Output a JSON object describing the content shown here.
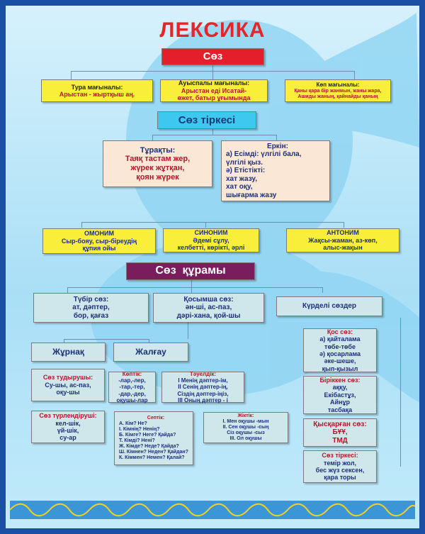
{
  "title": "ЛЕКСИКА",
  "soz": "Сөз",
  "meanings": [
    {
      "head": "Тура мағыналы:",
      "body": "Арыстан - жыртқыш аң."
    },
    {
      "head": "Ауыспалы мағыналы:",
      "body": "Арыстан еді Исатай-\nөжет, батыр ұғымында"
    },
    {
      "head": "Көп мағыналы:",
      "body": "Қаны қара бір жанмын,  жаны жара,\nАшиды жаның, қайнайды қаның"
    }
  ],
  "soz_tirkesi": "Сөз тіркесі",
  "turakty": {
    "head": "Тұрақты:",
    "body": "Таяқ тастам жер,\nжүрек жұтқан,\nқоян жүрек"
  },
  "erkin": {
    "head": "Еркін:",
    "lines": [
      "а) Есімді: үлгілі бала,",
      "үлгілі қыз.",
      "ә) Етістікті:",
      "хат жазу,",
      "хат оқу,",
      "шығарма жазу"
    ]
  },
  "omonim": {
    "head": "ОМОНИМ",
    "body": "Сыр-бояу, сыр-біреудің\nқұпия ойы"
  },
  "sinonim": {
    "head": "СИНОНИМ",
    "body": "Әдемі сұлу,\nкелбетті, көрікті, әрлі"
  },
  "antonim": {
    "head": "АНТОНИМ",
    "body": "Жақсы-жаман, аз-көп,\nалыс-жақын"
  },
  "soz_kuramy": "Сөз  құрамы",
  "tubir": {
    "head": "Түбір сөз:",
    "body": "ат, дәптер,\nбор, қағаз"
  },
  "kosymsha": {
    "head": "Қосымша  сөз:",
    "body": "ән-ші, ас-паз,\nдәрі-хана, қой-шы"
  },
  "kurdeli": "Күрделі сөздер",
  "zhurnak": "Жұрнақ",
  "zhalgau": "Жалғау",
  "soz_tudyrushy": {
    "head": "Сөз тудырушы:",
    "body": "Су-шы, ас-паз,\nоқу-шы"
  },
  "soz_turlendirushi": {
    "head": "Сөз түрлендіруші:",
    "body": "кел-шік,\nүй-шік,\nсу-ар"
  },
  "koptik": {
    "head": "Көптік:",
    "body": "-лар,-лер,\n-тар,-тер,\n-дар,-дер,\nоқушы-лар"
  },
  "taueldik": {
    "head": "Тәуелдік:",
    "body": "I Менің дәптер-ім,\nII Сенің дәптер-ің,\nСіздің дәптер-іңіз,\nIII Оның дәптер - і"
  },
  "septik": {
    "head": "Септік:",
    "lines": [
      "А. Кім? Не?",
      "І. Кімнің? Ненің?",
      "Б. Кімге? Неге? Қайда?",
      "Т. Кімді? Нені?",
      "Ж. Кімде? Неде? Қайда?",
      "Ш. Кімнен? Неден? Қайдан?",
      "К. Кіммен? Немен? Қалай?"
    ]
  },
  "zhiktik": {
    "head": "Жіктік:",
    "lines": [
      "I. Мен оқушы -мын",
      "II. Сен оқушы -сың",
      "Сіз оқушы -сыз",
      "III. Ол оқушы"
    ]
  },
  "kos_soz": {
    "head": "Қос сөз:",
    "body": "а) қайталама\nтөбе-төбе\nә) қосарлама\nәке-шеше,\nқып-қызыл"
  },
  "birikken": {
    "head": "Біріккен сөз:",
    "body": "аққу,\nЕкібастұз,\nАйнұр\nтасбақа"
  },
  "kyskargan": {
    "head": "Қысқарған сөз:",
    "body": "БҰҰ,\nТМД"
  },
  "soz_tirkesi2": {
    "head": "Сөз тіркесі:",
    "body": "темір жол,\nбес жүз сексен,\nқара торы"
  }
}
